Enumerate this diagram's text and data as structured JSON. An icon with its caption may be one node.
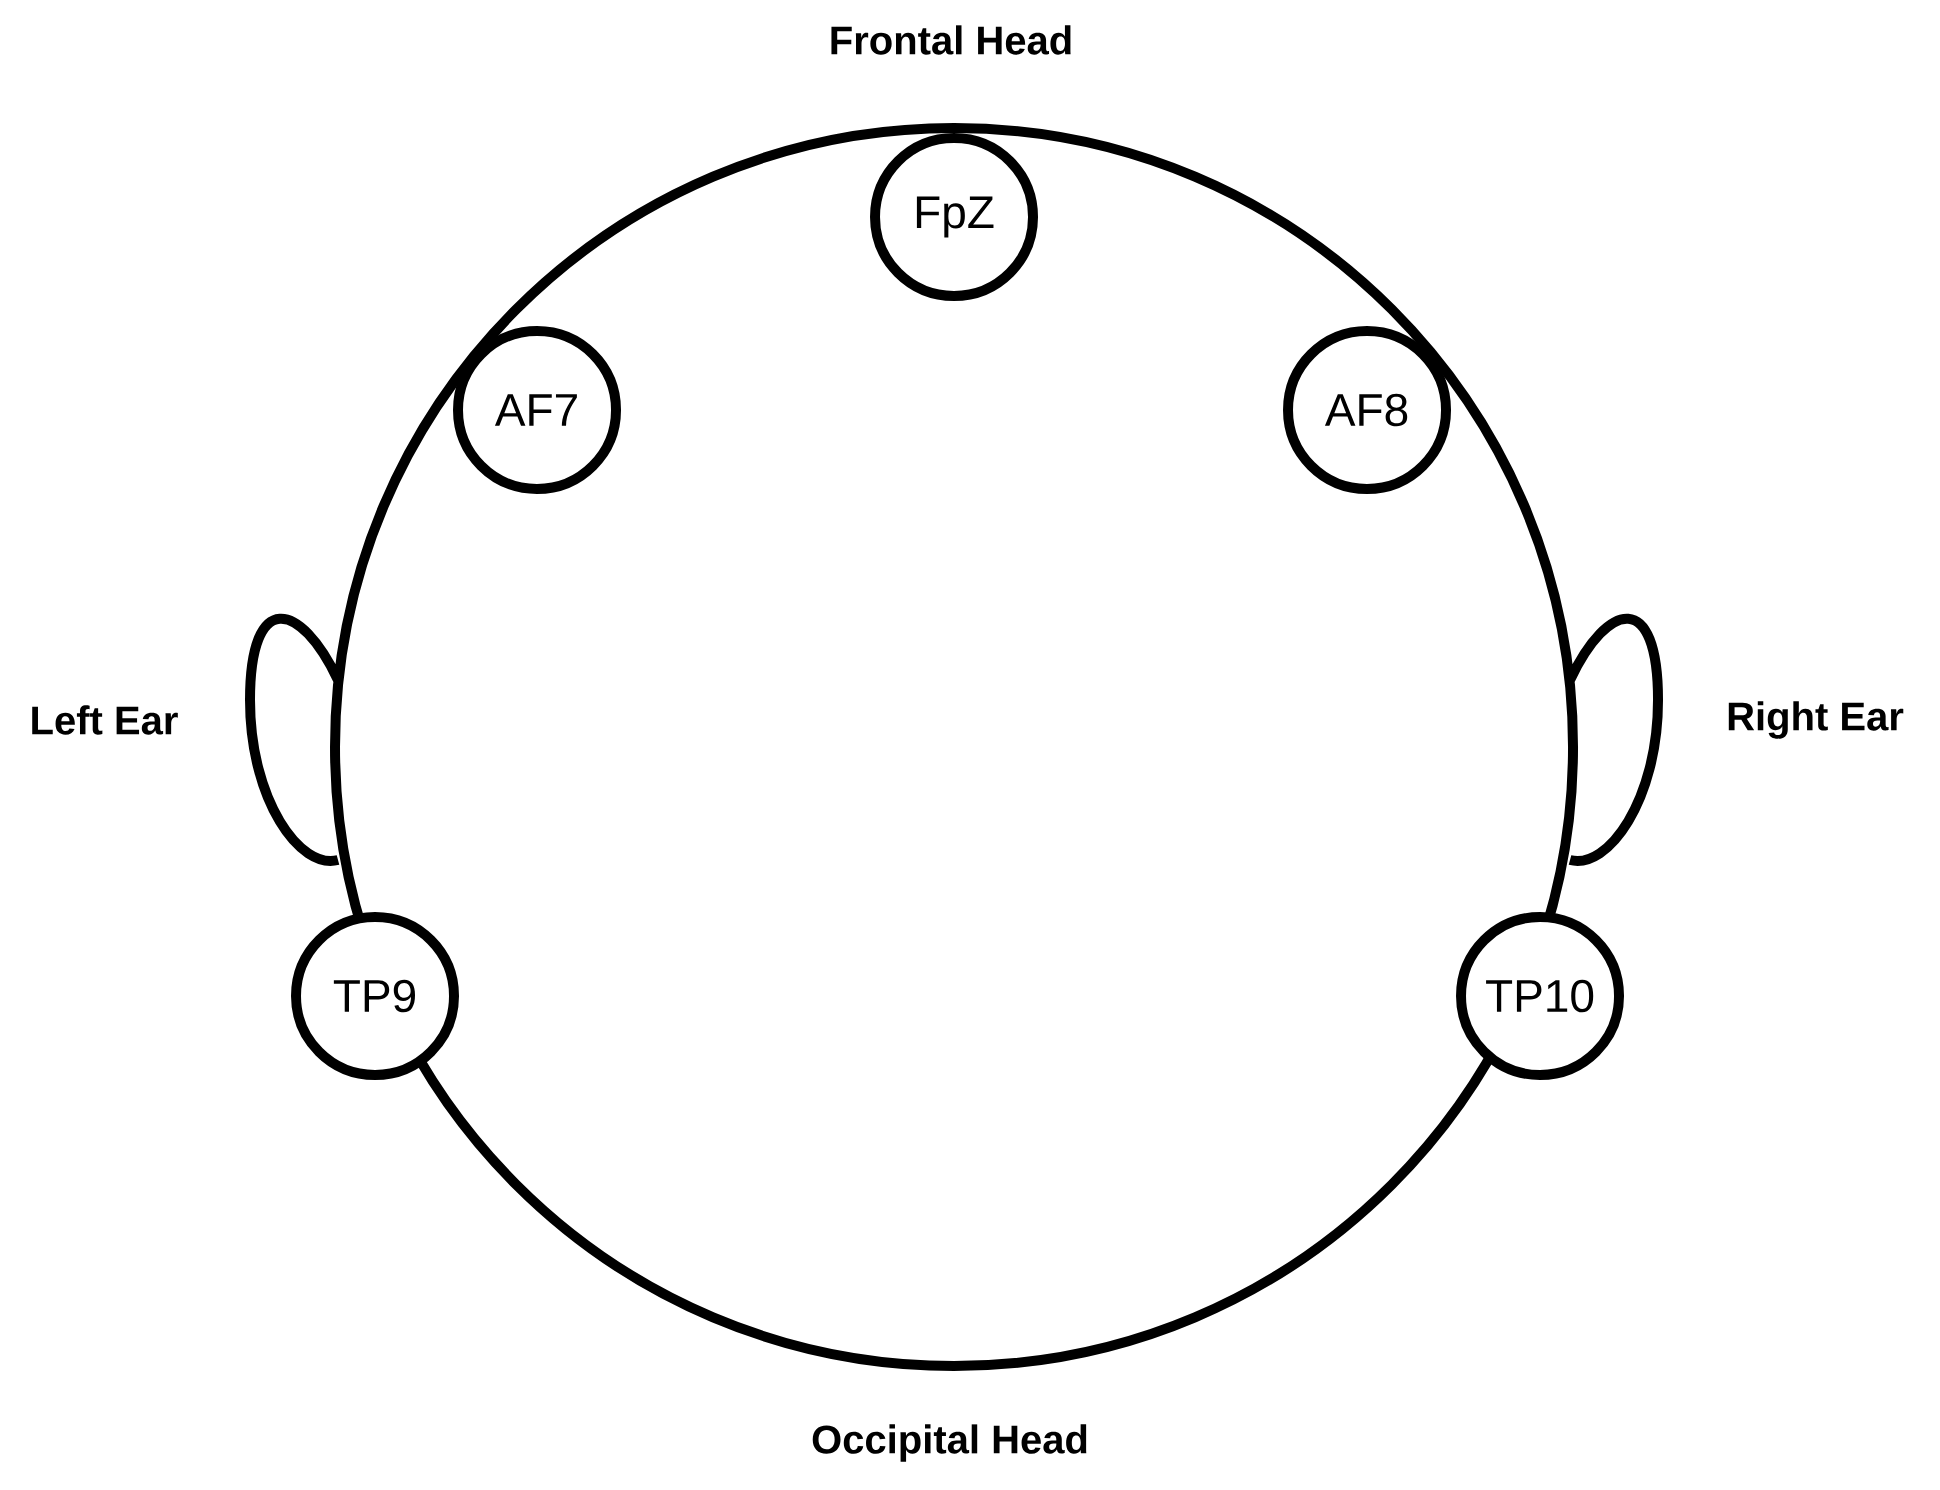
{
  "diagram": {
    "nodes": [
      {
        "text": [
          "FpZ"
        ]
      },
      {
        "text": [
          "AF7"
        ]
      },
      {
        "text": [
          "AF8"
        ]
      },
      {
        "text": [
          "TP9"
        ]
      },
      {
        "text": [
          "TP10"
        ]
      }
    ],
    "labels": [
      "Frontal Head",
      "Left Ear",
      "Right Ear",
      "Occipital Head"
    ]
  }
}
